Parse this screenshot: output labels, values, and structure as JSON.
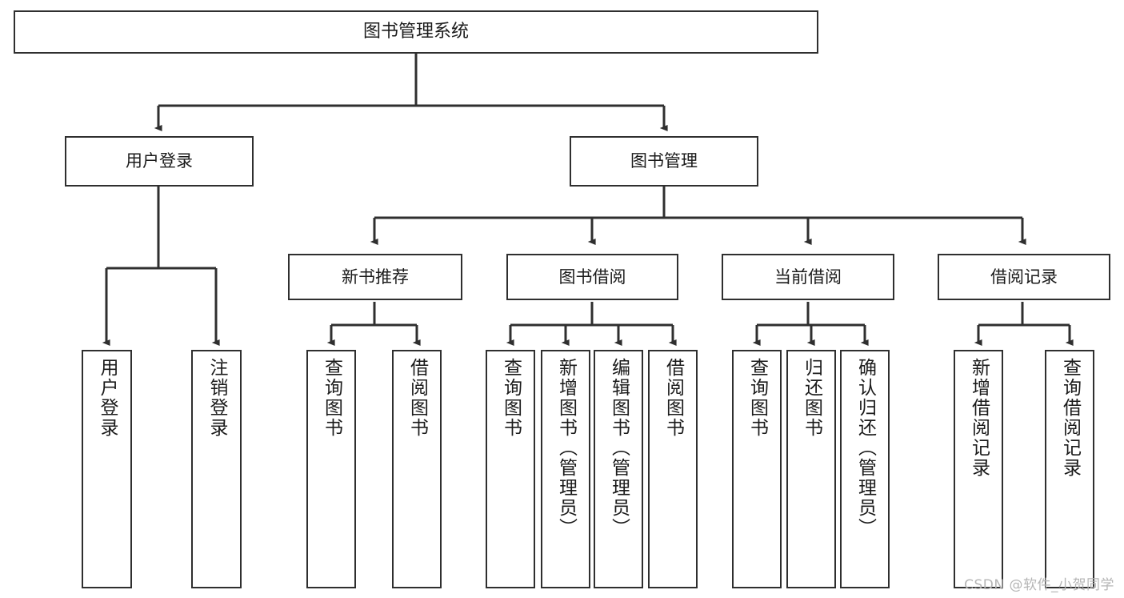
{
  "diagram": {
    "type": "hierarchy-tree",
    "title": "图书管理系统",
    "root": {
      "label": "图书管理系统",
      "id": "root"
    },
    "level2": [
      {
        "id": "user-login",
        "label": "用户登录"
      },
      {
        "id": "book-management",
        "label": "图书管理"
      }
    ],
    "level3": [
      {
        "id": "new-book-recommend",
        "label": "新书推荐",
        "parent": "book-management"
      },
      {
        "id": "book-borrow",
        "label": "图书借阅",
        "parent": "book-management"
      },
      {
        "id": "current-borrow",
        "label": "当前借阅",
        "parent": "book-management"
      },
      {
        "id": "borrow-record",
        "label": "借阅记录",
        "parent": "book-management"
      }
    ],
    "leaves": [
      {
        "id": "leaf-user-login",
        "label": "用户登录",
        "parent": "user-login"
      },
      {
        "id": "leaf-user-logout",
        "label": "注销登录",
        "parent": "user-login"
      },
      {
        "id": "leaf-query-book-1",
        "label": "查询图书",
        "parent": "new-book-recommend"
      },
      {
        "id": "leaf-borrow-book-1",
        "label": "借阅图书",
        "parent": "new-book-recommend"
      },
      {
        "id": "leaf-query-book-2",
        "label": "查询图书",
        "parent": "book-borrow"
      },
      {
        "id": "leaf-add-book",
        "label": "新增图书（管理员）",
        "parent": "book-borrow"
      },
      {
        "id": "leaf-edit-book",
        "label": "编辑图书（管理员）",
        "parent": "book-borrow"
      },
      {
        "id": "leaf-borrow-book-2",
        "label": "借阅图书",
        "parent": "book-borrow"
      },
      {
        "id": "leaf-query-book-3",
        "label": "查询图书",
        "parent": "current-borrow"
      },
      {
        "id": "leaf-return-book",
        "label": "归还图书",
        "parent": "current-borrow"
      },
      {
        "id": "leaf-confirm-return",
        "label": "确认归还（管理员）",
        "parent": "current-borrow"
      },
      {
        "id": "leaf-add-record",
        "label": "新增借阅记录",
        "parent": "borrow-record"
      },
      {
        "id": "leaf-query-record",
        "label": "查询借阅记录",
        "parent": "borrow-record"
      }
    ],
    "watermark": "CSDN @软件_小贺同学",
    "colors": {
      "stroke": "#2f2f2f",
      "background": "#ffffff",
      "text": "#1b1b1b",
      "watermark": "#b5b5b5"
    }
  }
}
